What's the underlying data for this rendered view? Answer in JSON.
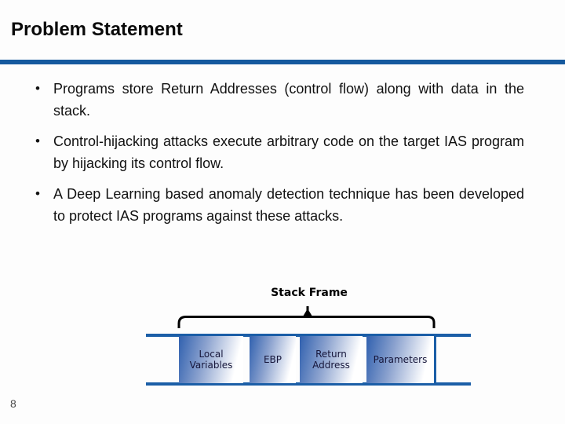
{
  "slide": {
    "title": "Problem Statement",
    "page_number": "8",
    "bullets": {
      "marker": "•",
      "items": [
        {
          "text": "Programs store Return Addresses (control flow) along with data in the stack."
        },
        {
          "text": "Control-hijacking attacks execute arbitrary code on the target IAS program by hijacking its control flow."
        },
        {
          "text": "A Deep Learning based anomaly detection technique has been developed to protect IAS programs against these attacks."
        }
      ]
    },
    "diagram": {
      "label": "Stack Frame",
      "cells": [
        {
          "label": "Local Variables"
        },
        {
          "label": "EBP"
        },
        {
          "label": "Return Address"
        },
        {
          "label": "Parameters"
        }
      ]
    },
    "colors": {
      "accent_rule_blue": "#15599e",
      "band_blue": "#1b5ea7",
      "cell_gradient_blue": "#3161af",
      "bracket_black": "#000000"
    }
  }
}
